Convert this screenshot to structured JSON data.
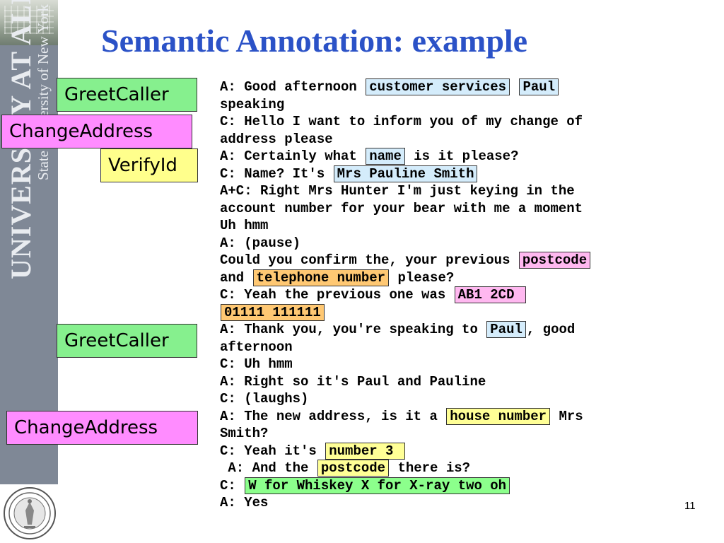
{
  "title": "Semantic Annotation: example",
  "university": {
    "name": "UNIVERSITY AT ALBANY",
    "subtitle": "State University of New York"
  },
  "labels": {
    "greet_caller_1": "GreetCaller",
    "change_address_1": "ChangeAddress",
    "verify_id": "VerifyId",
    "greet_caller_2": "GreetCaller",
    "change_address_2": "ChangeAddress"
  },
  "transcript": [
    {
      "id": "l1",
      "segments": [
        {
          "t": "A: Good afternoon "
        },
        {
          "t": "customer services",
          "hl": "blue"
        },
        {
          "t": " "
        },
        {
          "t": "Paul",
          "hl": "blue"
        }
      ]
    },
    {
      "id": "l2",
      "segments": [
        {
          "t": "speaking"
        }
      ]
    },
    {
      "id": "l3",
      "segments": [
        {
          "t": "C: Hello I want to inform you of my change of"
        }
      ]
    },
    {
      "id": "l4",
      "segments": [
        {
          "t": "address please"
        }
      ]
    },
    {
      "id": "l5",
      "segments": [
        {
          "t": "A: Certainly what "
        },
        {
          "t": "name",
          "hl": "blue"
        },
        {
          "t": " is it please?"
        }
      ]
    },
    {
      "id": "l6",
      "segments": [
        {
          "t": "C: Name? It's "
        },
        {
          "t": "Mrs Pauline Smith",
          "hl": "blue"
        }
      ]
    },
    {
      "id": "l7",
      "segments": [
        {
          "t": "A+C: Right Mrs Hunter I'm just keying in the"
        }
      ]
    },
    {
      "id": "l8",
      "segments": [
        {
          "t": "account number for your bear with me a moment"
        }
      ]
    },
    {
      "id": "l9",
      "segments": [
        {
          "t": "Uh hmm"
        }
      ]
    },
    {
      "id": "l10",
      "segments": [
        {
          "t": "A: (pause)"
        }
      ]
    },
    {
      "id": "l11",
      "segments": [
        {
          "t": "Could you confirm the, your previous "
        },
        {
          "t": "postcode",
          "hl": "pink"
        }
      ]
    },
    {
      "id": "l12",
      "segments": [
        {
          "t": "and "
        },
        {
          "t": "telephone number",
          "hl": "orange"
        },
        {
          "t": " please?"
        }
      ]
    },
    {
      "id": "l13",
      "segments": [
        {
          "t": "C: Yeah the previous one was "
        },
        {
          "t": "AB1 2CD ",
          "hl": "pink"
        }
      ]
    },
    {
      "id": "l14",
      "segments": [
        {
          "t": "01111 111111",
          "hl": "orange"
        }
      ]
    },
    {
      "id": "l15",
      "segments": [
        {
          "t": "A: Thank you, you're speaking to "
        },
        {
          "t": "Paul",
          "hl": "blue"
        },
        {
          "t": ", good"
        }
      ]
    },
    {
      "id": "l16",
      "segments": [
        {
          "t": "afternoon"
        }
      ]
    },
    {
      "id": "l17",
      "segments": [
        {
          "t": "C: Uh hmm"
        }
      ]
    },
    {
      "id": "l18",
      "segments": [
        {
          "t": "A: Right so it's Paul and Pauline"
        }
      ]
    },
    {
      "id": "l19",
      "segments": [
        {
          "t": "C: (laughs)"
        }
      ]
    },
    {
      "id": "l20",
      "segments": [
        {
          "t": "A: The new address, is it a "
        },
        {
          "t": "house number",
          "hl": "yellow"
        },
        {
          "t": " Mrs"
        }
      ]
    },
    {
      "id": "l21",
      "segments": [
        {
          "t": "Smith?"
        }
      ]
    },
    {
      "id": "l22",
      "segments": [
        {
          "t": "C: Yeah it's "
        },
        {
          "t": "number 3 ",
          "hl": "yellow"
        }
      ]
    },
    {
      "id": "l23",
      "segments": [
        {
          "t": " A: And the "
        },
        {
          "t": "postcode",
          "hl": "yellow"
        },
        {
          "t": " there is?"
        }
      ]
    },
    {
      "id": "l24",
      "segments": [
        {
          "t": "C: "
        },
        {
          "t": "W for Whiskey X for X-ray two oh",
          "hl": "green"
        }
      ]
    },
    {
      "id": "l25",
      "segments": [
        {
          "t": "A: Yes"
        }
      ]
    }
  ],
  "page_number": "11",
  "colors": {
    "title": "#2b52c7",
    "label_green": "#86f08e",
    "label_pink": "#ff8cff",
    "label_yellow": "#ffff8c",
    "hl_blue": "#d4ecfb",
    "hl_orange": "#ffc873",
    "hl_pink": "#ffb8f0",
    "hl_yellow": "#ffff96",
    "hl_green": "#8cff8c"
  },
  "icons": {
    "seal": "university-seal-icon",
    "photo": "campus-photo-icon"
  }
}
